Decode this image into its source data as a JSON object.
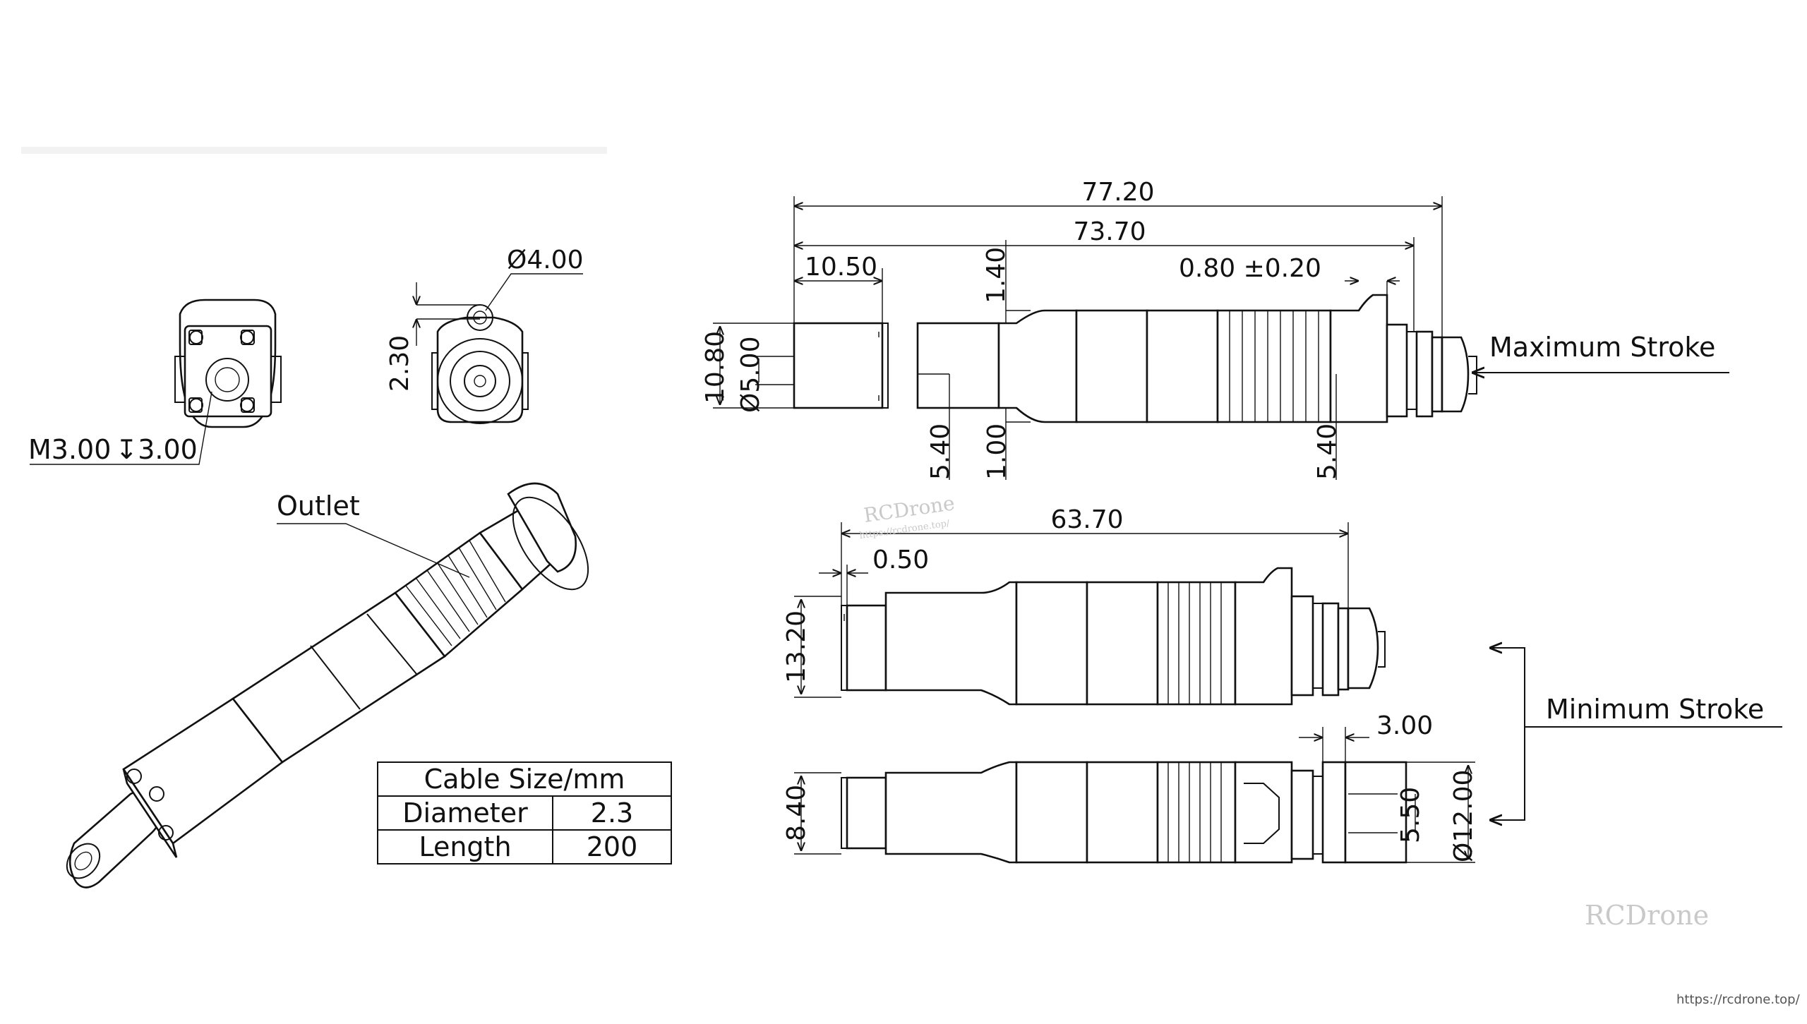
{
  "dimensions": {
    "overall_length": "77.20",
    "body_length": "73.70",
    "front_length": "10.50",
    "step_1_40": "1.40",
    "tolerance_dim": "0.80 ±0.20",
    "width_10_80": "10.80",
    "dia_5_00": "Ø5.00",
    "offset_5_40_left": "5.40",
    "step_1_00": "1.00",
    "offset_5_40_right": "5.40",
    "min_length": "63.70",
    "gap_0_50": "0.50",
    "height_13_20": "13.20",
    "gap_3_00": "3.00",
    "height_8_40": "8.40",
    "height_5_50": "5.50",
    "dia_12_00": "Ø12.00",
    "hole_dia": "Ø4.00",
    "offset_2_30": "2.30",
    "thread": "M3.00",
    "thread_depth": "3.00"
  },
  "labels": {
    "max_stroke": "Maximum Stroke",
    "min_stroke": "Minimum Stroke",
    "outlet": "Outlet"
  },
  "cable_table": {
    "title": "Cable Size/mm",
    "rows": [
      {
        "name": "Diameter",
        "value": "2.3"
      },
      {
        "name": "Length",
        "value": "200"
      }
    ]
  },
  "watermark": {
    "brand": "RCDrone",
    "url": "https://rcdrone.top/",
    "corner_url": "https://rcdrone.top/"
  }
}
